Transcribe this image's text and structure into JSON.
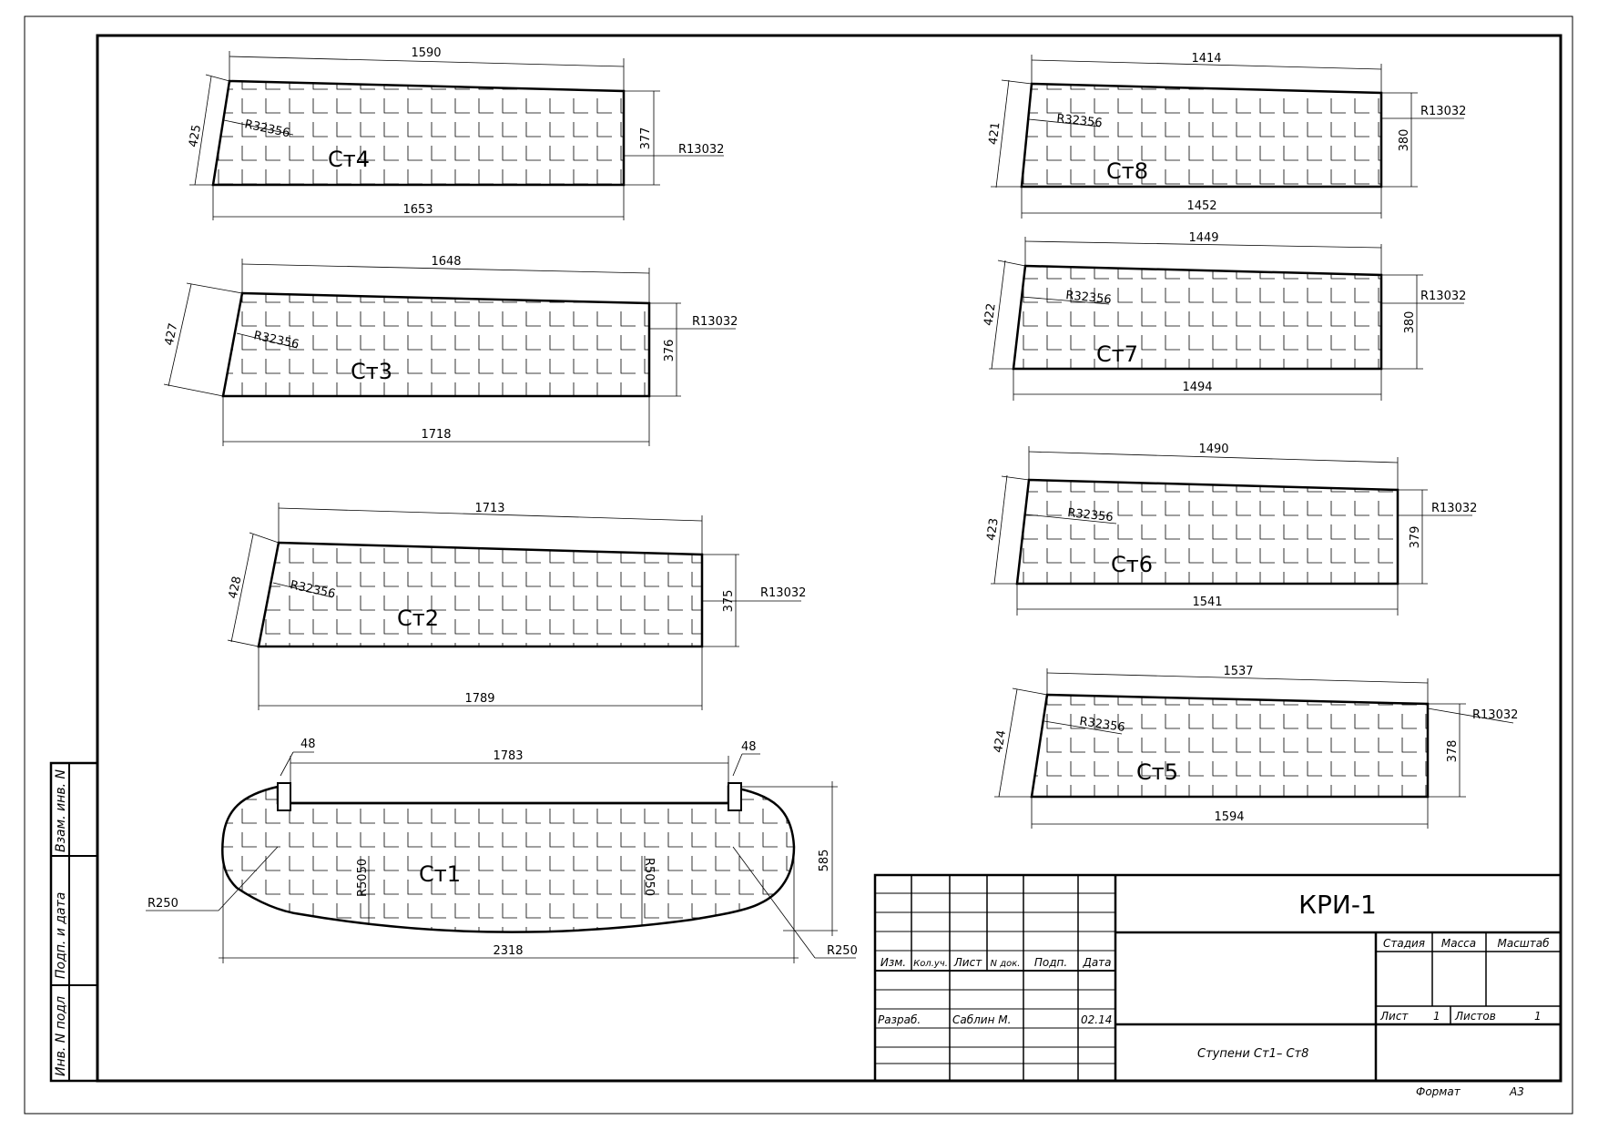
{
  "parts": [
    {
      "id": "st4",
      "label": "Ст4",
      "top": "1590",
      "bottom": "1653",
      "left": "425",
      "right": "377",
      "r_left": "R32356",
      "r_right": "R13032"
    },
    {
      "id": "st3",
      "label": "Ст3",
      "top": "1648",
      "bottom": "1718",
      "left": "427",
      "right": "376",
      "r_left": "R32356",
      "r_right": "R13032"
    },
    {
      "id": "st2",
      "label": "Ст2",
      "top": "1713",
      "bottom": "1789",
      "left": "428",
      "right": "375",
      "r_left": "R32356",
      "r_right": "R13032"
    },
    {
      "id": "st8",
      "label": "Ст8",
      "top": "1414",
      "bottom": "1452",
      "left": "421",
      "right": "380",
      "r_left": "R32356",
      "r_right": "R13032"
    },
    {
      "id": "st7",
      "label": "Ст7",
      "top": "1449",
      "bottom": "1494",
      "left": "422",
      "right": "380",
      "r_left": "R32356",
      "r_right": "R13032"
    },
    {
      "id": "st6",
      "label": "Ст6",
      "top": "1490",
      "bottom": "1541",
      "left": "423",
      "right": "379",
      "r_left": "R32356",
      "r_right": "R13032"
    },
    {
      "id": "st5",
      "label": "Ст5",
      "top": "1537",
      "bottom": "1594",
      "left": "424",
      "right": "378",
      "r_left": "R32356",
      "r_right": "R13032"
    }
  ],
  "st1": {
    "label": "Ст1",
    "top": "1783",
    "bottom": "2318",
    "height": "585",
    "notch_left": "48",
    "notch_right": "48",
    "r_corner_left": "R250",
    "r_corner_right": "R250",
    "r_arc_left": "R5050",
    "r_arc_right": "R5050"
  },
  "side_stamp": {
    "row1": "Взам. инв. N",
    "row2": "Подп. и дата",
    "row3": "Инв. N подл"
  },
  "title_block": {
    "code": "КРИ-1",
    "cols": {
      "izm": "Изм.",
      "kol": "Кол.уч.",
      "list": "Лист",
      "ndok": "N док.",
      "podp": "Подп.",
      "data": "Дата"
    },
    "dev_role": "Разраб.",
    "dev_name": "Саблин М.",
    "dev_date": "02.14",
    "stage": "Стадия",
    "mass": "Масса",
    "scale": "Масштаб",
    "sheet_label": "Лист",
    "sheet_value": "1",
    "sheets_label": "Листов",
    "sheets_value": "1",
    "doc_name": "Ступени Ст1– Ст8",
    "format_label": "Формат",
    "format_value": "А3"
  }
}
